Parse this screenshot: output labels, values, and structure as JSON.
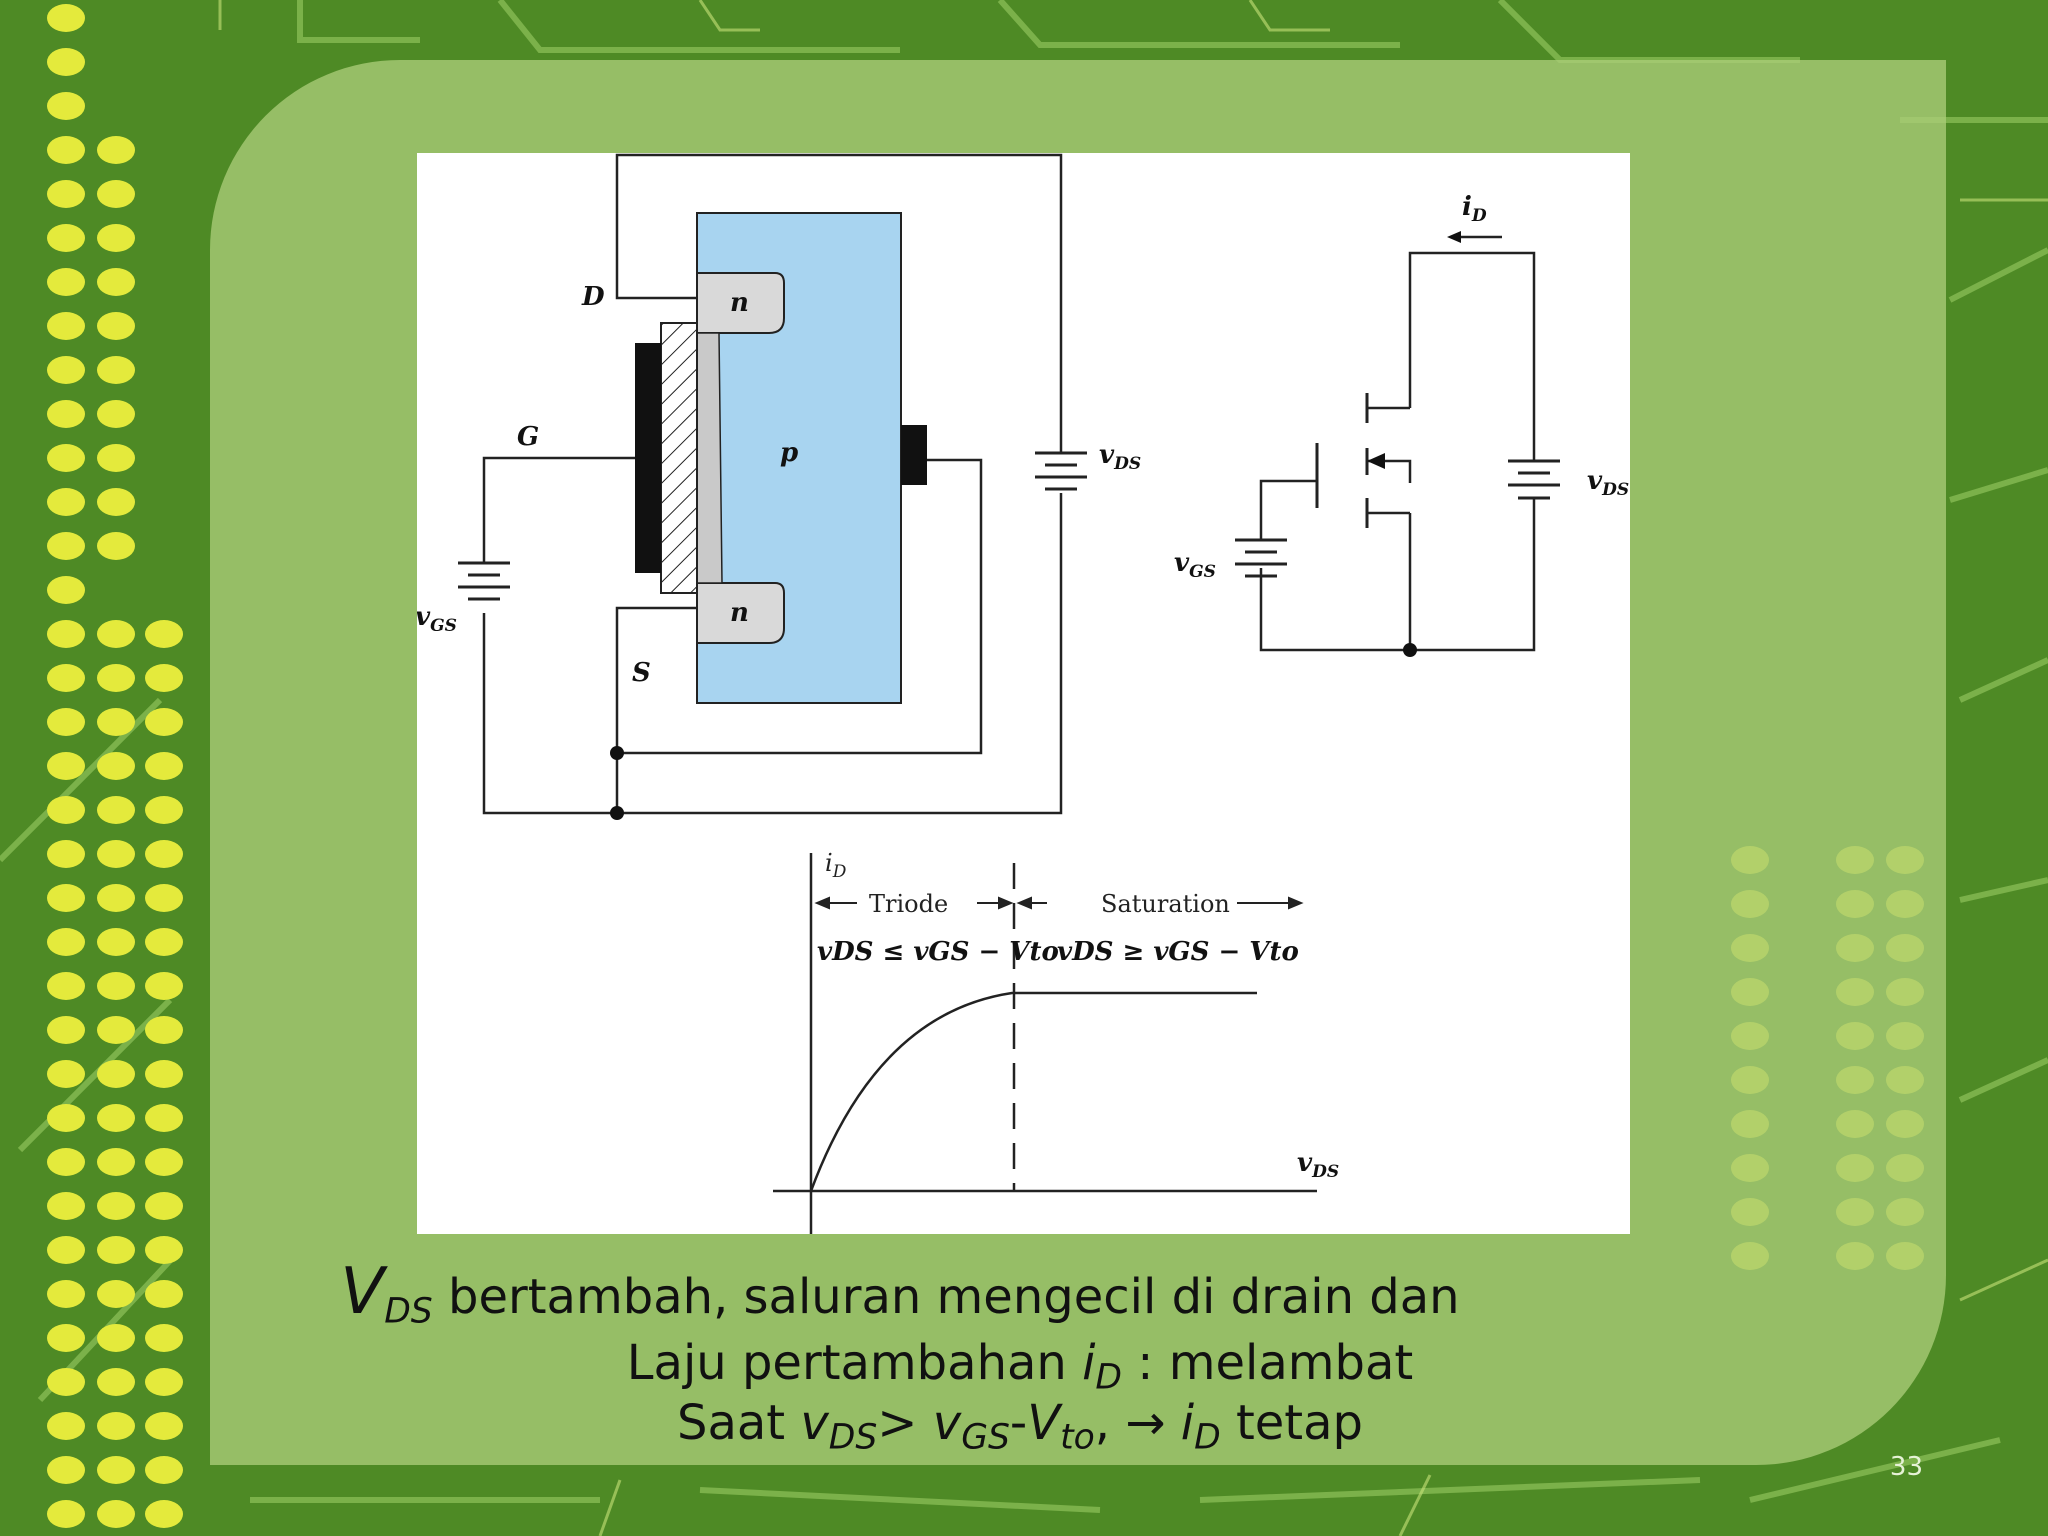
{
  "colors": {
    "background": "#4e8a25",
    "panel": "#aacd78",
    "dots": "#e4ea3c",
    "p_substrate": "#a8d4f0",
    "n_region": "#d9d9d9"
  },
  "device": {
    "labels": {
      "drain": "D",
      "gate": "G",
      "source": "S",
      "substrate": "p",
      "n_top": "n",
      "n_bottom": "n"
    },
    "vgs": {
      "base": "v",
      "sub": "GS"
    },
    "vds": {
      "base": "v",
      "sub": "DS"
    }
  },
  "circuit": {
    "id": {
      "base": "i",
      "sub": "D"
    },
    "vgs": {
      "base": "v",
      "sub": "GS"
    },
    "vds": {
      "base": "v",
      "sub": "DS"
    }
  },
  "graph": {
    "yaxis": {
      "base": "i",
      "sub": "D"
    },
    "xaxis": {
      "base": "v",
      "sub": "DS"
    },
    "triode_label": "Triode",
    "saturation_label": "Saturation",
    "triode_condition": "vDS ≤ vGS − Vto",
    "saturation_condition": "vDS ≥ vGS − Vto"
  },
  "caption": {
    "line1_symbol": "V",
    "line1_symbol_sub": "DS",
    "line1_text": " bertambah, saluran mengecil di drain dan",
    "line2_text": "Laju pertambahan ",
    "line2_symbol": "i",
    "line2_symbol_sub": "D",
    "line2_rest": " : melambat",
    "line3_prefix": "Saat ",
    "line3_v1": "v",
    "line3_v1_sub": "DS",
    "line3_gt": "> ",
    "line3_v2": "v",
    "line3_v2_sub": "GS",
    "line3_minus": "-",
    "line3_v3": "V",
    "line3_v3_sub": "to",
    "line3_comma": ", ",
    "line3_arrow": "→",
    "line3_i": " i",
    "line3_i_sub": "D",
    "line3_rest": " tetap"
  },
  "slide_number": "33"
}
